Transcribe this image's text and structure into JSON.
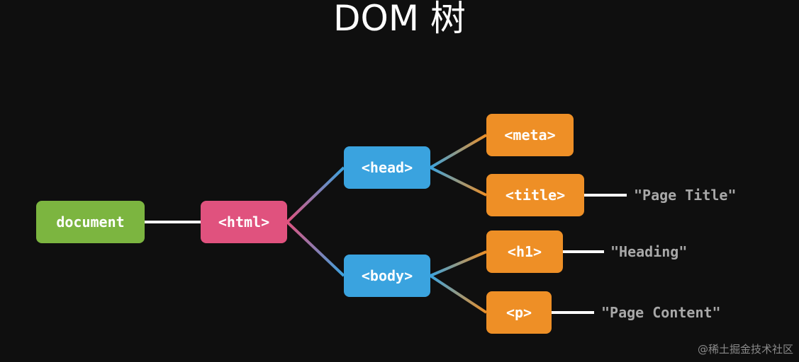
{
  "title": "DOM 树",
  "colors": {
    "root": "#7cb540",
    "html": "#e0527e",
    "section": "#3aa3df",
    "leaf": "#ee8f26",
    "text_value": "#a8a8a8",
    "background": "#0f0f0f"
  },
  "nodes": {
    "document": "document",
    "html": "<html>",
    "head": "<head>",
    "body": "<body>",
    "meta": "<meta>",
    "title": "<title>",
    "h1": "<h1>",
    "p": "<p>"
  },
  "text_values": {
    "title": "\"Page Title\"",
    "h1": "\"Heading\"",
    "p": "\"Page Content\""
  },
  "watermark": "@稀土掘金技术社区"
}
